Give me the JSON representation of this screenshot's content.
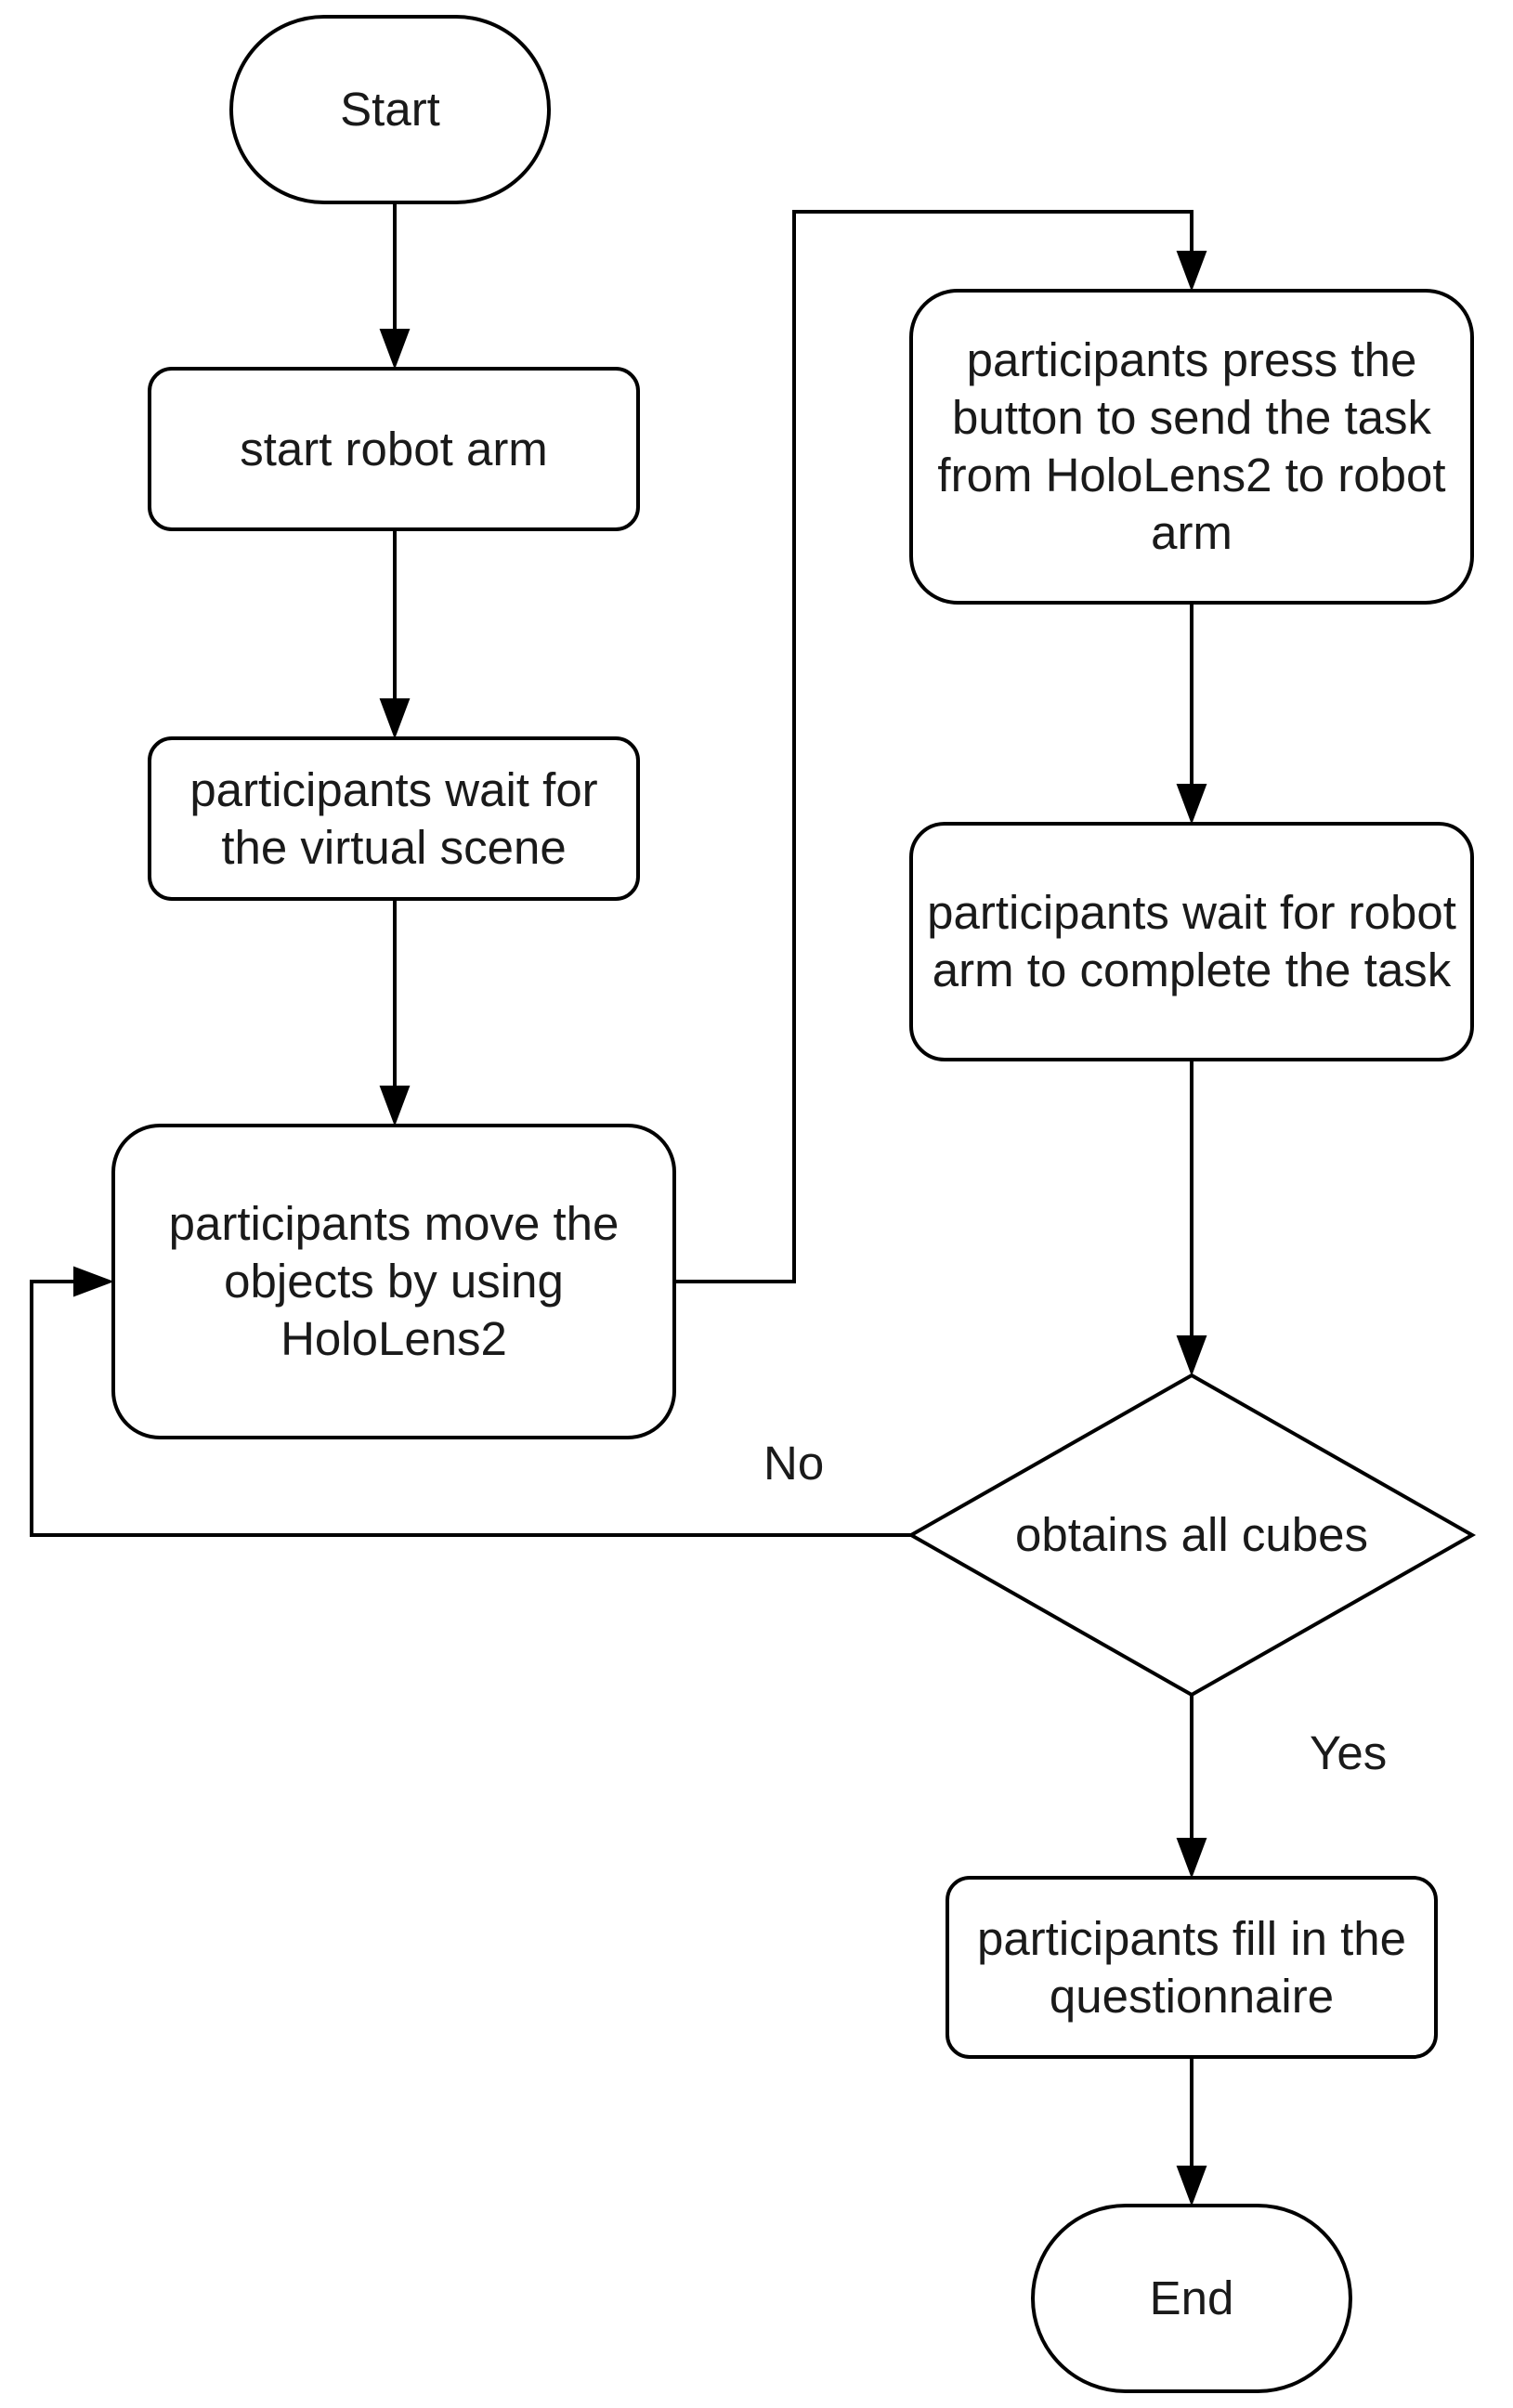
{
  "diagram": {
    "nodes": [
      {
        "id": "start",
        "shape": "terminator",
        "label": "Start"
      },
      {
        "id": "start_robot_arm",
        "shape": "process",
        "label": "start robot arm"
      },
      {
        "id": "wait_scene",
        "shape": "process",
        "label": "participants wait for the virtual scene"
      },
      {
        "id": "move_objects",
        "shape": "process",
        "label": "participants move the objects by using HoloLens2"
      },
      {
        "id": "press_button",
        "shape": "process",
        "label": "participants press the button to send the task from HoloLens2 to robot arm"
      },
      {
        "id": "wait_robot",
        "shape": "process",
        "label": "participants wait for robot arm to complete the task"
      },
      {
        "id": "decision",
        "shape": "decision",
        "label": "obtains all cubes"
      },
      {
        "id": "questionnaire",
        "shape": "process",
        "label": "participants fill in the questionnaire"
      },
      {
        "id": "end",
        "shape": "terminator",
        "label": "End"
      }
    ],
    "edges": [
      {
        "from": "start",
        "to": "start_robot_arm",
        "label": ""
      },
      {
        "from": "start_robot_arm",
        "to": "wait_scene",
        "label": ""
      },
      {
        "from": "wait_scene",
        "to": "move_objects",
        "label": ""
      },
      {
        "from": "move_objects",
        "to": "press_button",
        "label": ""
      },
      {
        "from": "press_button",
        "to": "wait_robot",
        "label": ""
      },
      {
        "from": "wait_robot",
        "to": "decision",
        "label": ""
      },
      {
        "from": "decision",
        "to": "move_objects",
        "label": "No"
      },
      {
        "from": "decision",
        "to": "questionnaire",
        "label": "Yes"
      },
      {
        "from": "questionnaire",
        "to": "end",
        "label": ""
      }
    ]
  },
  "colors": {
    "stroke": "#000000",
    "fill": "#ffffff",
    "text": "#1a1a1a"
  }
}
